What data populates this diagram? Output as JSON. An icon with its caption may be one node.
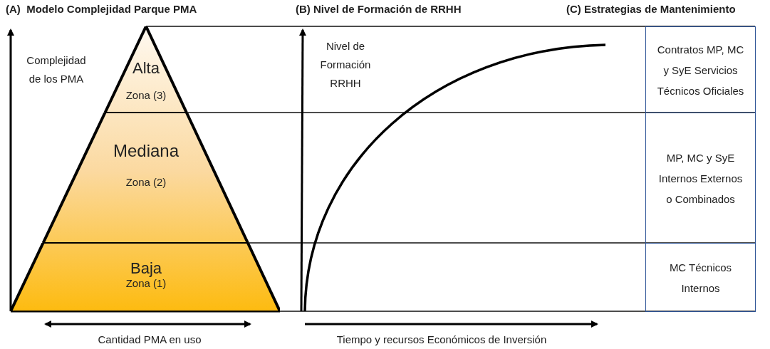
{
  "diagram": {
    "nodes": [
      {
        "text": [
          "Alta",
          "Zona (3)"
        ]
      },
      {
        "text": [
          "Mediana",
          "Zona (2)"
        ]
      },
      {
        "text": [
          "Baja",
          "Zona (1)"
        ]
      },
      {
        "text": [
          "Contratos MP, MC y SyE Servicios Técnicos Oficiales"
        ]
      },
      {
        "text": [
          "MP, MC y SyE Internos Externos o Combinados"
        ]
      },
      {
        "text": [
          "MC Técnicos Internos"
        ]
      }
    ],
    "labels": [
      "(A)  Modelo Complejidad Parque PMA",
      "(B) Nivel de Formación de RRHH",
      "(C) Estrategias de Mantenimiento",
      "Complejidad de los PMA",
      "Nivel de Formación RRHH",
      "Cantidad PMA en uso",
      "Tiempo y recursos Económicos de Inversión"
    ]
  }
}
